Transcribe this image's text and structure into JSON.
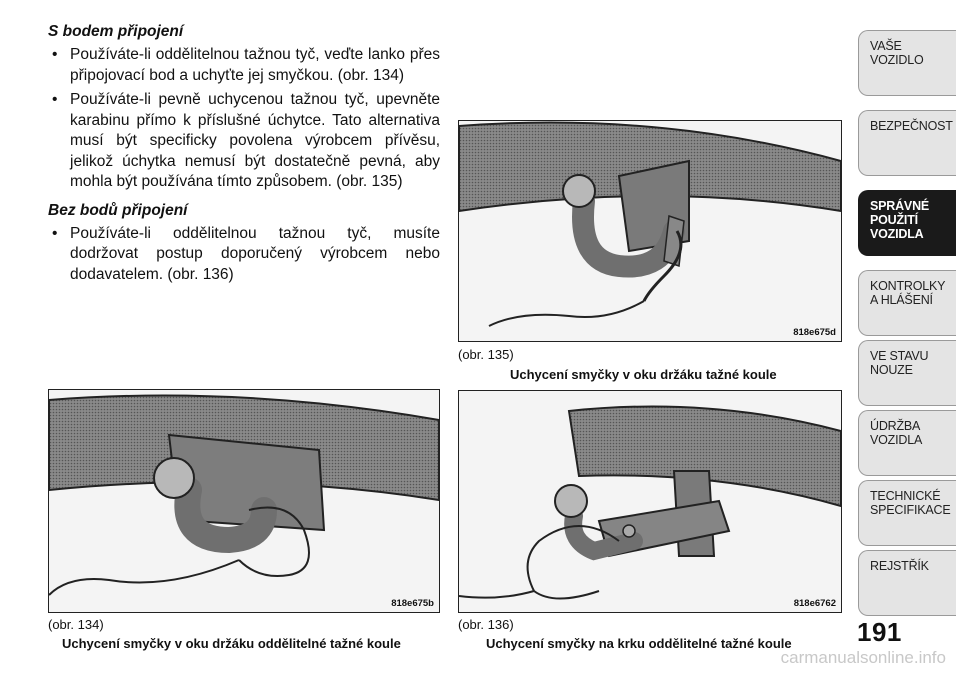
{
  "sections": [
    {
      "heading": "S bodem připojení",
      "bullets": [
        "Používáte-li oddělitelnou tažnou tyč, veďte lanko přes připojovací bod a uchyťte jej smyčkou. (obr. 134)",
        "Používáte-li pevně uchycenou tažnou tyč, upevněte karabinu přímo k příslušné úchytce. Tato alternativa musí být specificky povolena výrobcem přívěsu, jelikož úchytka nemusí být dostatečně pevná, aby mohla být používána tímto způsobem. (obr. 135)"
      ]
    },
    {
      "heading": "Bez bodů připojení",
      "bullets": [
        "Používáte-li oddělitelnou tažnou tyč, musíte dodržovat postup doporučený výrobcem nebo dodavatelem. (obr. 136)"
      ]
    }
  ],
  "figures": {
    "f134": {
      "label": "(obr. 134)",
      "caption": "Uchycení smyčky v oku držáku oddělitelné tažné koule",
      "code": "818e675b"
    },
    "f135": {
      "label": "(obr. 135)",
      "caption": "Uchycení smyčky v oku držáku tažné koule",
      "code": "818e675d"
    },
    "f136": {
      "label": "(obr. 136)",
      "caption": "Uchycení smyčky na krku oddělitelné tažné koule",
      "code": "818e6762"
    }
  },
  "tabs": [
    {
      "label": "VAŠE\nVOZIDLO",
      "active": false
    },
    {
      "label": "BEZPEČNOST",
      "active": false
    },
    {
      "label": "SPRÁVNÉ\nPOUŽITÍ\nVOZIDLA",
      "active": true
    },
    {
      "label": "KONTROLKY\nA HLÁŠENÍ",
      "active": false
    },
    {
      "label": "VE STAVU\nNOUZE",
      "active": false
    },
    {
      "label": "ÚDRŽBA\nVOZIDLA",
      "active": false
    },
    {
      "label": "TECHNICKÉ\nSPECIFIKACE",
      "active": false
    },
    {
      "label": "REJSTŘÍK",
      "active": false
    }
  ],
  "page_number": "191",
  "watermark": "carmanualsonline.info"
}
